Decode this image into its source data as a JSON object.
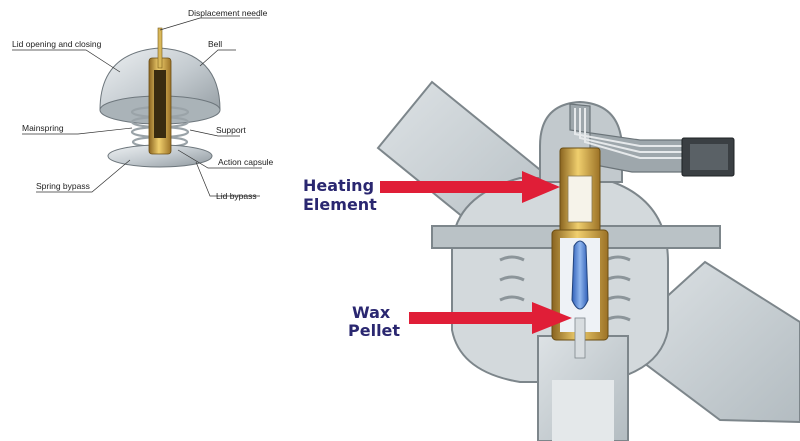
{
  "small_diagram": {
    "labels": {
      "displacement_needle": "Displacement needle",
      "lid_opening_closing": "Lid opening and closing",
      "bell": "Bell",
      "mainspring": "Mainspring",
      "support": "Support",
      "action_capsule": "Action capsule",
      "spring_bypass": "Spring bypass",
      "lid_bypass": "Lid bypass"
    }
  },
  "large_diagram": {
    "callouts": {
      "heating_line1": "Heating",
      "heating_line2": "Element",
      "wax_line1": "Wax",
      "wax_line2": "Pellet"
    }
  },
  "colors": {
    "label_text": "#2a2770",
    "arrow": "#e01e37",
    "housing": "#c9d0d4",
    "brass": "#c9a24a",
    "wax": "#4a7bd0"
  }
}
